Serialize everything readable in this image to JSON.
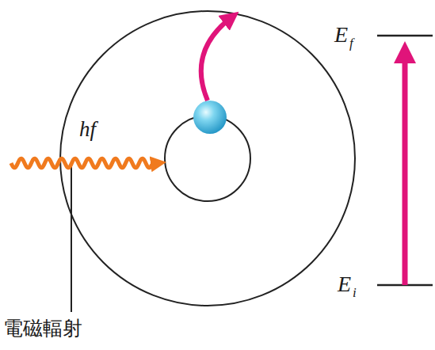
{
  "diagram": {
    "labels": [
      "hf",
      "E",
      "f",
      "E",
      "i",
      "電磁輻射"
    ]
  }
}
